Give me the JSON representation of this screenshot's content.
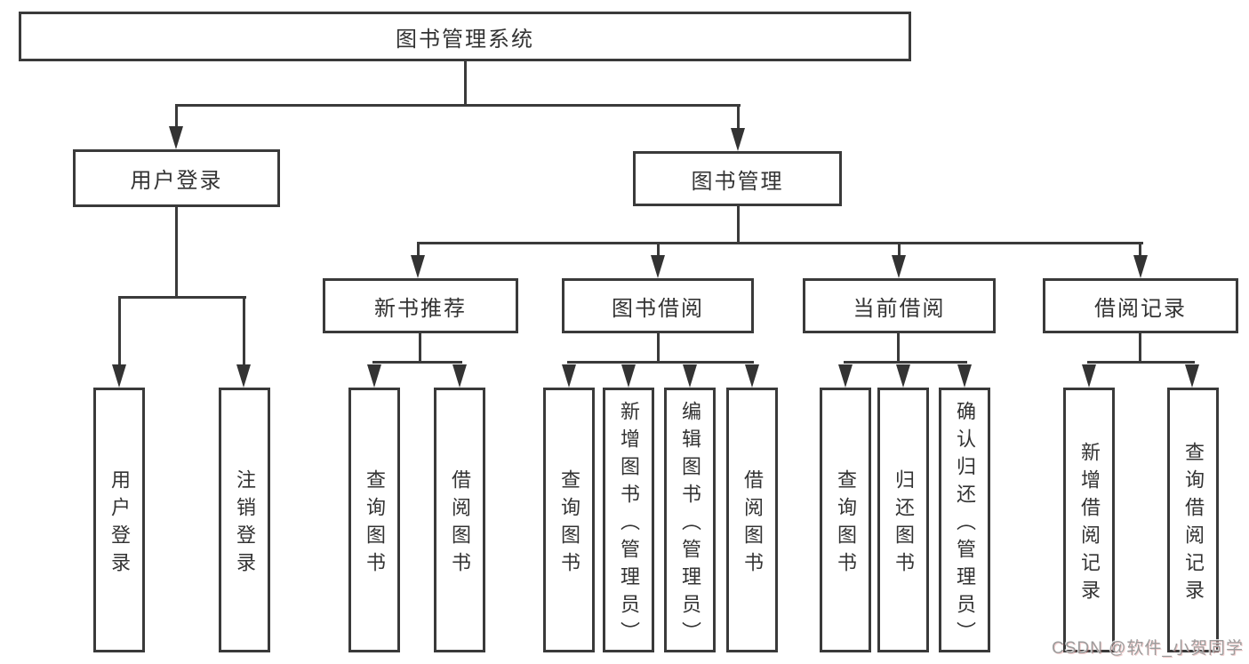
{
  "diagram": {
    "root": {
      "label": "图书管理系统"
    },
    "level2": [
      {
        "id": "user-login",
        "label": "用户登录"
      },
      {
        "id": "book-management",
        "label": "图书管理"
      }
    ],
    "level3": [
      {
        "id": "new-book-recommend",
        "label": "新书推荐",
        "parent": "图书管理"
      },
      {
        "id": "book-borrow",
        "label": "图书借阅",
        "parent": "图书管理"
      },
      {
        "id": "current-borrow",
        "label": "当前借阅",
        "parent": "图书管理"
      },
      {
        "id": "borrow-records",
        "label": "借阅记录",
        "parent": "图书管理"
      }
    ],
    "level4": [
      {
        "label": "用户登录",
        "parent": "用户登录"
      },
      {
        "label": "注销登录",
        "parent": "用户登录"
      },
      {
        "label": "查询图书",
        "parent": "新书推荐"
      },
      {
        "label": "借阅图书",
        "parent": "新书推荐"
      },
      {
        "label": "查询图书",
        "parent": "图书借阅"
      },
      {
        "label": "新增图书（管理员）",
        "parent": "图书借阅"
      },
      {
        "label": "编辑图书（管理员）",
        "parent": "图书借阅"
      },
      {
        "label": "借阅图书",
        "parent": "图书借阅"
      },
      {
        "label": "查询图书",
        "parent": "当前借阅"
      },
      {
        "label": "归还图书",
        "parent": "当前借阅"
      },
      {
        "label": "确认归还（管理员）",
        "parent": "当前借阅"
      },
      {
        "label": "新增借阅记录",
        "parent": "借阅记录"
      },
      {
        "label": "查询借阅记录",
        "parent": "借阅记录"
      }
    ],
    "watermark": "CSDN @软件_小贺同学",
    "colors": {
      "line": "#3a3a3a",
      "text": "#333333",
      "background": "#ffffff",
      "watermark": "#9c9c9c"
    }
  }
}
